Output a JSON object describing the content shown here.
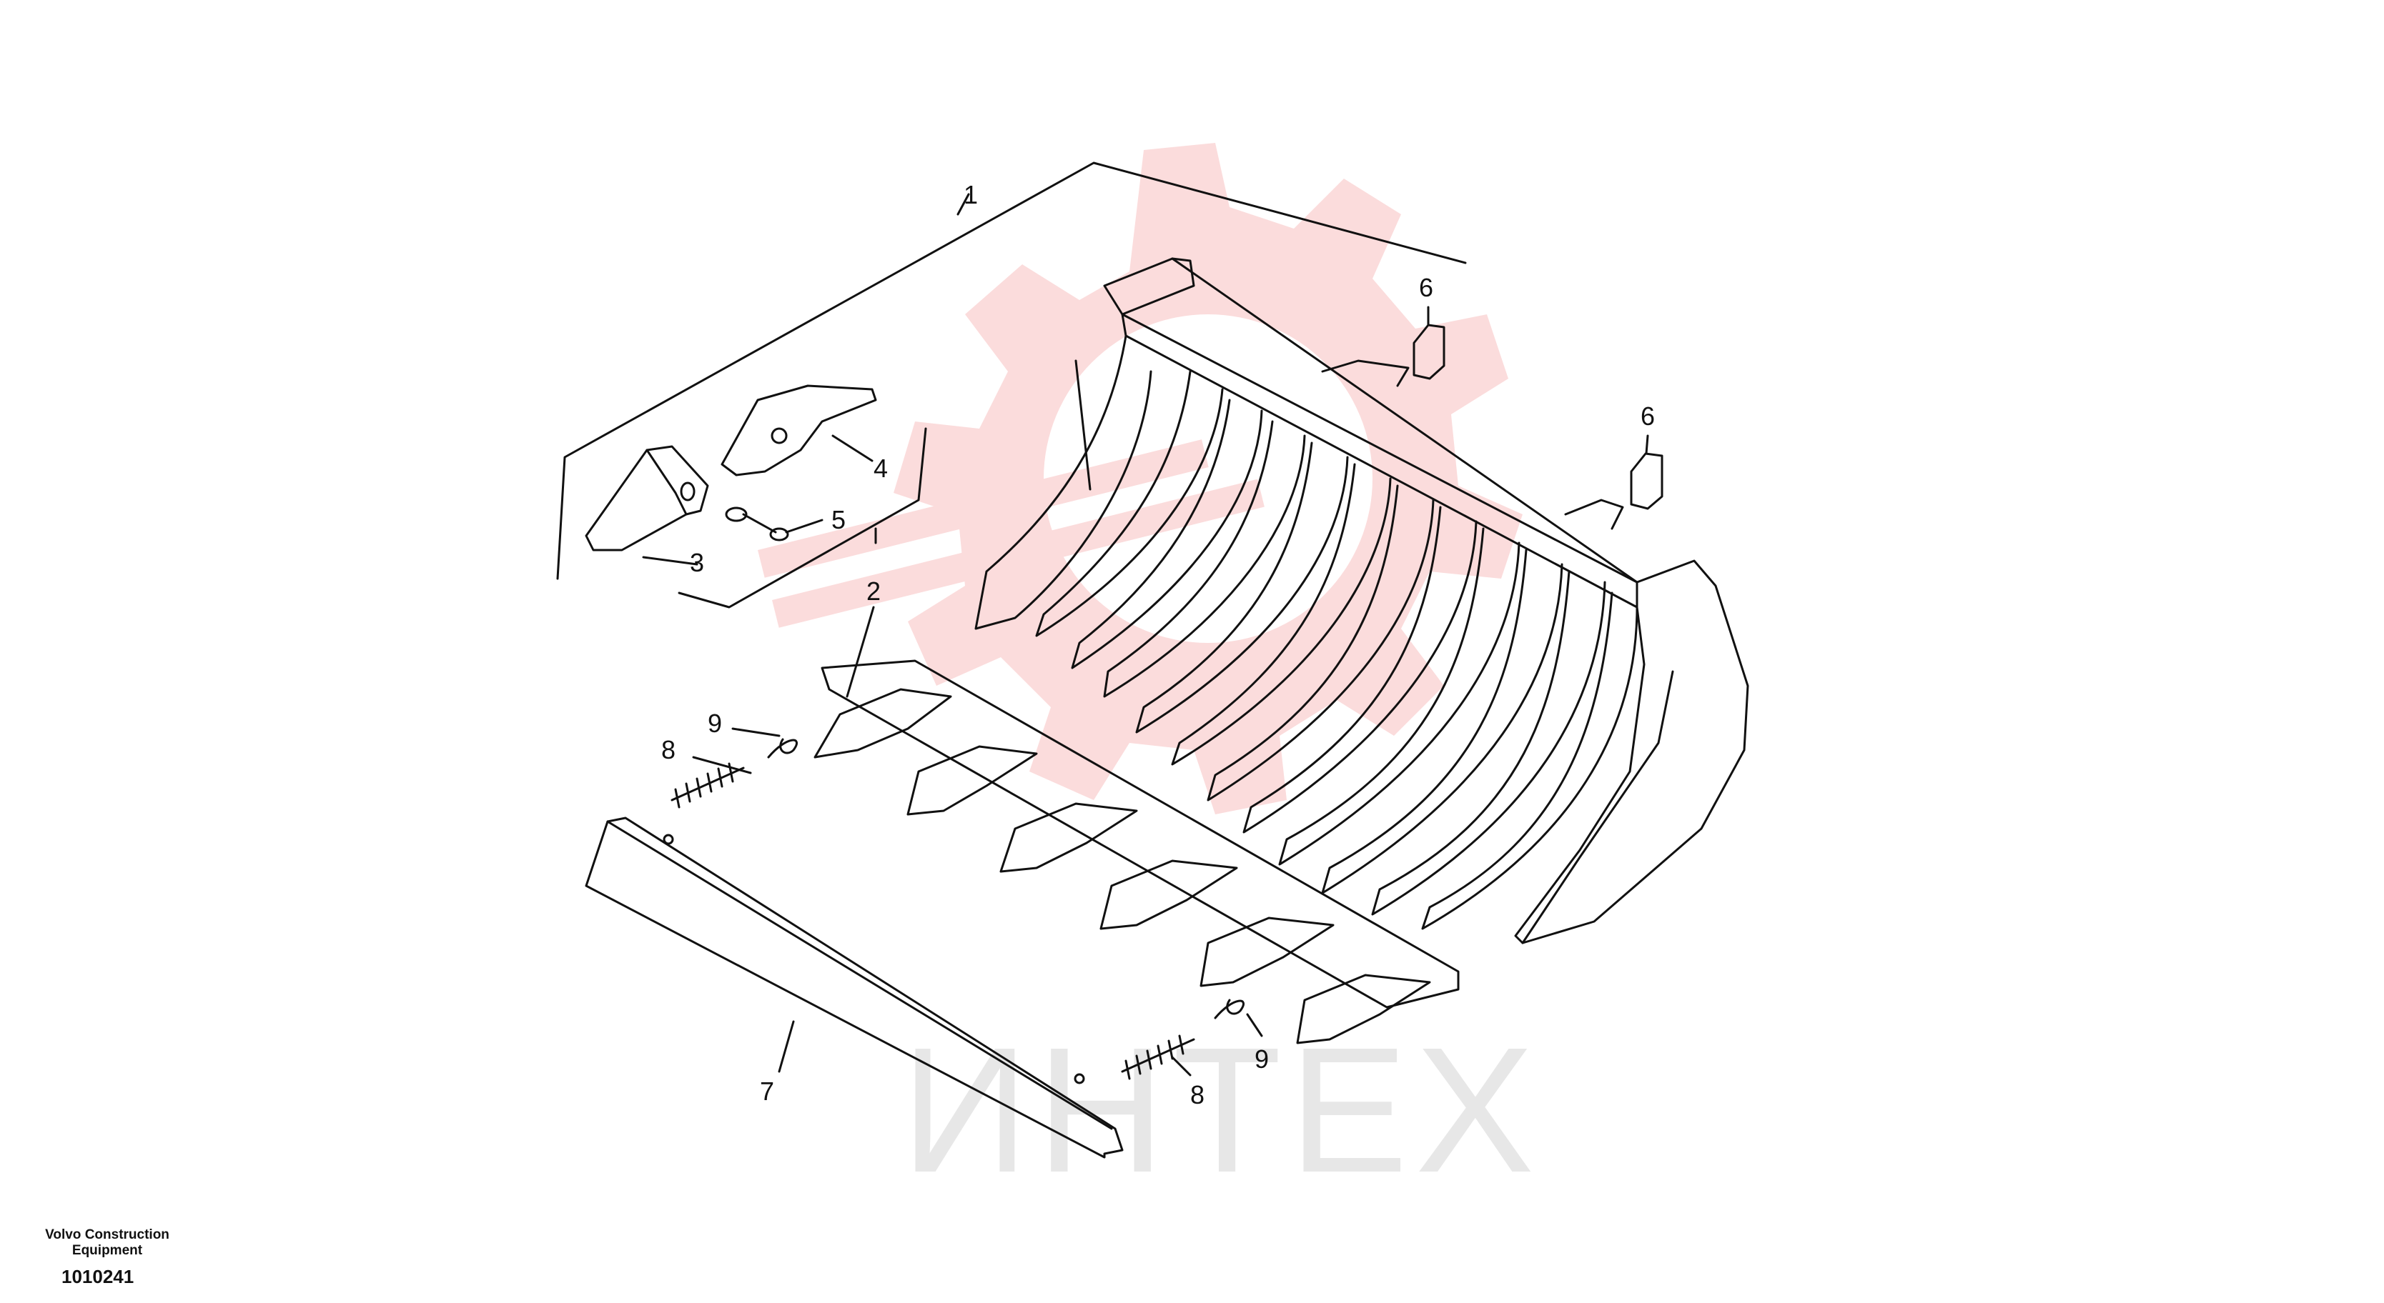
{
  "watermark": {
    "text": "ИНТЕХ",
    "gear_color": "#fbd9d9",
    "text_color": "#e7e7e7"
  },
  "callouts": [
    {
      "id": "1",
      "label": "1"
    },
    {
      "id": "2",
      "label": "2"
    },
    {
      "id": "3",
      "label": "3"
    },
    {
      "id": "4",
      "label": "4"
    },
    {
      "id": "5",
      "label": "5"
    },
    {
      "id": "6a",
      "label": "6"
    },
    {
      "id": "6b",
      "label": "6"
    },
    {
      "id": "7",
      "label": "7"
    },
    {
      "id": "8a",
      "label": "8"
    },
    {
      "id": "8b",
      "label": "8"
    },
    {
      "id": "9a",
      "label": "9"
    },
    {
      "id": "9b",
      "label": "9"
    }
  ],
  "footer": {
    "company": "Volvo Construction Equipment",
    "code": "1010241"
  },
  "colors": {
    "line": "#111111",
    "background": "#ffffff"
  }
}
